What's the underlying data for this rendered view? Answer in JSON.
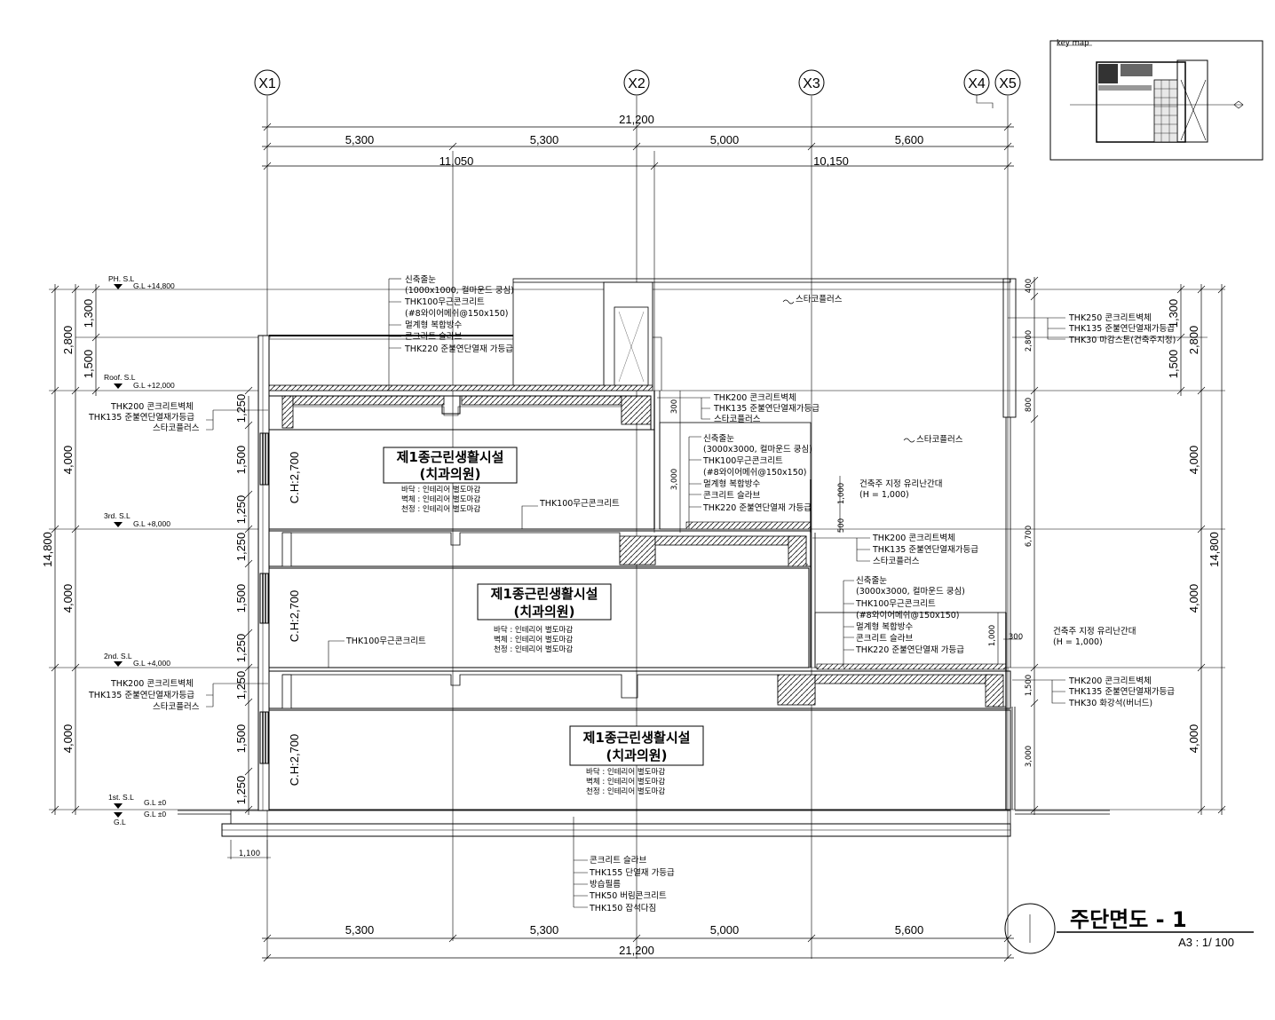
{
  "key_map": {
    "label": "key map"
  },
  "grid_lines": [
    "X1",
    "X2",
    "X3",
    "X4",
    "X5"
  ],
  "dims": {
    "overall_top": "21,200",
    "bays_top": [
      "5,300",
      "5,300",
      "5,000",
      "5,600"
    ],
    "halves": [
      "11,050",
      "10,150"
    ],
    "bays_bottom": [
      "5,300",
      "5,300",
      "5,000",
      "5,600"
    ],
    "overall_bottom": "21,200",
    "left_total": "14,800",
    "right_total": "14,800",
    "left_floors": [
      "2,800",
      "4,000",
      "4,000",
      "4,000"
    ],
    "left_sub": [
      "1,300",
      "1,500"
    ],
    "left_fl3": [
      "1,250",
      "1,500",
      "1,250"
    ],
    "left_fl2": [
      "1,250",
      "1,500",
      "1,250"
    ],
    "left_fl1": [
      "1,250",
      "1,500",
      "1,250"
    ],
    "right_floors": [
      "2,800",
      "4,000",
      "4,000",
      "4,000"
    ],
    "right_sub": [
      "1,300",
      "1,500"
    ],
    "right_inner": [
      "400",
      "2,800",
      "800",
      "6,700",
      "1,500",
      "3,000"
    ],
    "mid_vert": [
      "300",
      "3,000",
      "500",
      "1,000",
      "1,000",
      "300"
    ],
    "foundation": "1,100"
  },
  "levels": [
    {
      "name": "PH. S.L",
      "gl": "G.L +14,800"
    },
    {
      "name": "Roof. S.L",
      "gl": "G.L +12,000"
    },
    {
      "name": "3rd. S.L",
      "gl": "G.L +8,000"
    },
    {
      "name": "2nd. S.L",
      "gl": "G.L +4,000"
    },
    {
      "name": "1st. S.L",
      "gl": "G.L ±0"
    }
  ],
  "ground": {
    "gl1": "G.L ±0",
    "gl2": "G.L",
    "gl3": "G.L"
  },
  "rooms": [
    {
      "name": "제1종근린생활시설",
      "sub": "(치과의원)",
      "ch": "C.H:2,700",
      "finishes": [
        "바닥 : 인테리어 별도마감",
        "벽체 : 인테리어 별도마감",
        "천정 : 인테리어 별도마감"
      ]
    },
    {
      "name": "제1종근린생활시설",
      "sub": "(치과의원)",
      "ch": "C.H:2,700",
      "finishes": [
        "바닥 : 인테리어 별도마감",
        "벽체 : 인테리어 별도마감",
        "천정 : 인테리어 별도마감"
      ]
    },
    {
      "name": "제1종근린생활시설",
      "sub": "(치과의원)",
      "ch": "C.H:2,700",
      "finishes": [
        "바닥 : 인테리어 별도마감",
        "벽체 : 인테리어 별도마감",
        "천정 : 인테리어 별도마감"
      ]
    }
  ],
  "notes": {
    "roof_top": [
      "신축줄눈",
      "(1000x1000, 컬마운드 쿵심)",
      "THK100무근콘크리트",
      "(#8와이어메쉬@150x150)",
      "멀계형 복합방수",
      "콘크리트 슬라브",
      "THK220 준불연단열재 가등급"
    ],
    "stucco_top": "스타코플러스",
    "right_wall_top": [
      "THK250 콘크리트벽체",
      "THK135 준불연단열재가등급",
      "THK30 마감스톤(건축주지정)"
    ],
    "left_wall_3f": [
      "THK200 콘크리트벽체",
      "THK135 준불연단열재가등급",
      "스타코플러스"
    ],
    "mid_wall": [
      "THK200 콘크리트벽체",
      "THK135 준불연단열재가등급",
      "스타코플러스"
    ],
    "terrace_3f": [
      "신축줄눈",
      "(3000x3000, 컬마운드 쿵심)",
      "THK100무근콘크리트",
      "(#8와이어메쉬@150x150)",
      "멀계형 복합방수",
      "콘크리트 슬라브",
      "THK220 준불연단열재 가등급"
    ],
    "railing_1": [
      "건축주 지정 유리난간대",
      "(H = 1,000)"
    ],
    "stucco_mid": "스타코플러스",
    "thk100_3f": "THK100무근콘크리트",
    "wall_2f": [
      "THK200 콘크리트벽체",
      "THK135 준불연단열재가등급",
      "스타코플러스"
    ],
    "terrace_2f": [
      "신축줄눈",
      "(3000x3000, 컬마운드 쿵심)",
      "THK100무근콘크리트",
      "(#8와이어메쉬@150x150)",
      "멀계형 복합방수",
      "콘크리트 슬라브",
      "THK220 준불연단열재 가등급"
    ],
    "railing_2": [
      "건축주 지정 유리난간대",
      "(H = 1,000)"
    ],
    "thk100_2f": "THK100무근콘크리트",
    "left_wall_1f": [
      "THK200 콘크리트벽체",
      "THK135 준불연단열재가등급",
      "스타코플러스"
    ],
    "right_wall_1f": [
      "THK200 콘크리트벽체",
      "THK135 준불연단열재가등급",
      "THK30 화강석(버너드)"
    ],
    "foundation": [
      "콘크리트 슬라브",
      "THK155 단열재 가등급",
      "방습필름",
      "THK50 버림콘크리트",
      "THK150 잡석다짐"
    ]
  },
  "title": {
    "name": "주단면도 - 1",
    "scale": "A3 : 1/ 100"
  }
}
